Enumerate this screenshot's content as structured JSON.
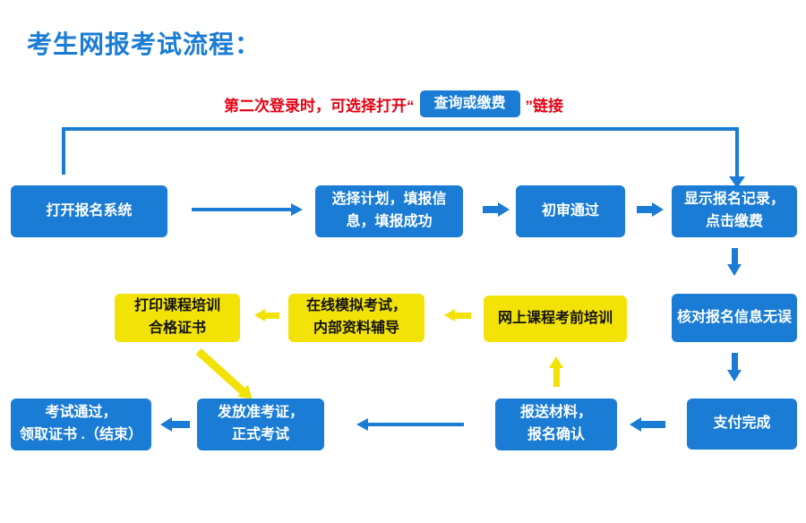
{
  "title": "考生网报考试流程：",
  "note": {
    "prefix": "第二次登录时，可选择打开“",
    "button_label": "查询或缴费",
    "suffix": "”链接"
  },
  "steps": {
    "step1": "打开报名系统",
    "step2": "选择计划，填报信\n息，填报成功",
    "step3": "初审通过",
    "step4": "显示报名记录，\n点击缴费",
    "step5": "核对报名信息无误",
    "step6": "支付完成",
    "step7": "报送材料，\n报名确认",
    "step8": "发放准考证，\n正式考试",
    "step9": "考试通过，\n领取证书 .（结束）"
  },
  "training": {
    "online_course": "网上课程考前培训",
    "mock_exam": "在线模拟考试，\n内部资料辅导",
    "print_cert": "打印课程培训\n合格证书"
  },
  "colors": {
    "blue": "#1a7cd4",
    "yellow": "#f2e205",
    "red": "#e60012"
  }
}
